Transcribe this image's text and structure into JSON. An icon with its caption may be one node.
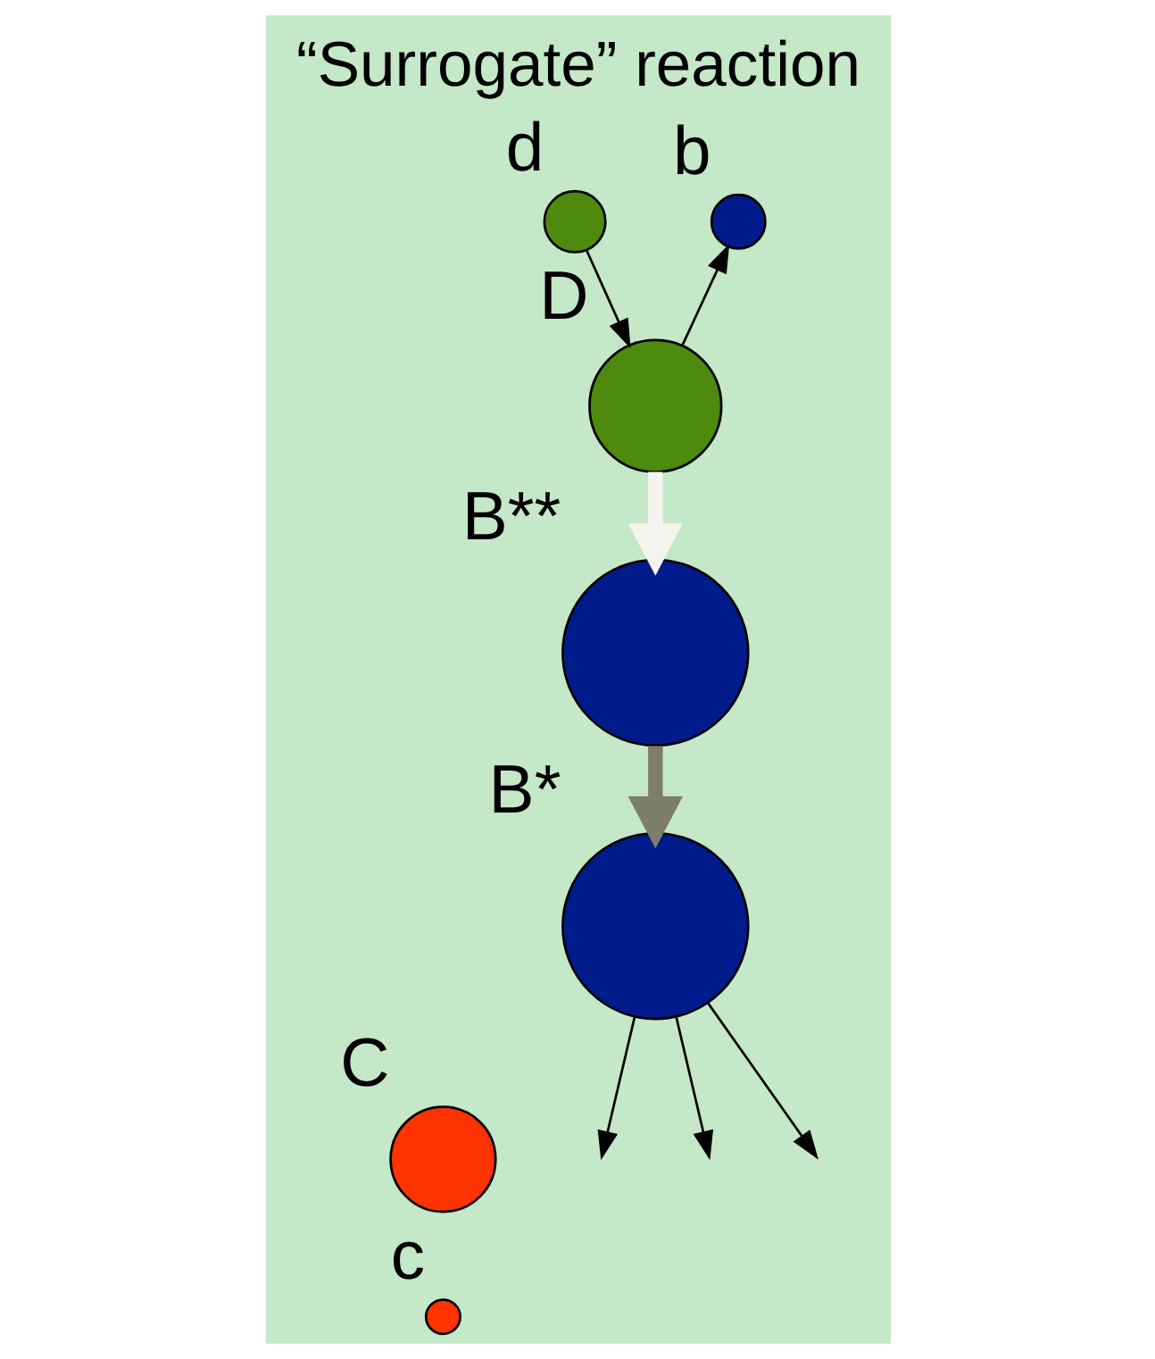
{
  "diagram": {
    "title": "“Surrogate” reaction",
    "nodes": [
      {
        "text": [],
        "shape": "circle",
        "beside": [
          "d"
        ]
      },
      {
        "text": [],
        "shape": "circle",
        "beside": [
          "b"
        ]
      },
      {
        "text": [],
        "shape": "circle",
        "beside": [
          "D"
        ]
      },
      {
        "text": [],
        "shape": "circle",
        "beside": [
          "B**"
        ]
      },
      {
        "text": [],
        "shape": "circle",
        "beside": [
          "B*"
        ]
      },
      {
        "text": [],
        "shape": "circle",
        "beside": [
          "C"
        ]
      },
      {
        "text": [],
        "shape": "circle",
        "beside": [
          "c"
        ]
      }
    ],
    "edges": [
      {
        "from": 0,
        "to": 2,
        "arrow": "to"
      },
      {
        "from": 2,
        "to": 1,
        "arrow": "to"
      },
      {
        "from": 2,
        "to": 3,
        "arrow": "to",
        "style": "thick",
        "color": "#f4f4ee"
      },
      {
        "from": 3,
        "to": 4,
        "arrow": "to",
        "style": "thick",
        "color": "#7d7f68"
      },
      {
        "from": 4,
        "to": null,
        "arrow": "to"
      },
      {
        "from": 4,
        "to": null,
        "arrow": "to"
      },
      {
        "from": 4,
        "to": null,
        "arrow": "to"
      }
    ]
  }
}
